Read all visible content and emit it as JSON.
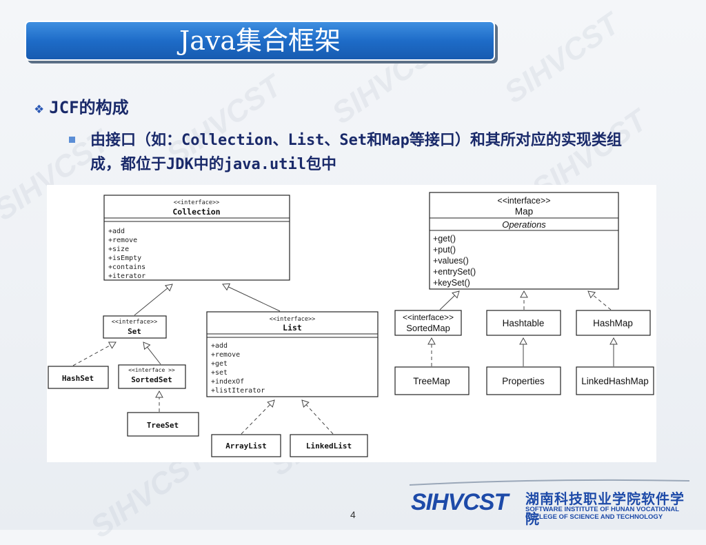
{
  "slide": {
    "title": "Java集合框架",
    "bullet_level1": "JCF的构成",
    "bullet_level2": "由接口（如：Collection、List、Set和Map等接口）和其所对应的实现类组成，都位于JDK中的java.util包中",
    "page_number": "4",
    "watermark_text": "SIHVCST"
  },
  "logo": {
    "mark": "SIHVCST",
    "chinese_name": "湖南科技职业学院软件学院",
    "english_line1": "SOFTWARE INSTITUTE OF HUNAN VOCATIONAL",
    "english_line2": "COLLEGE OF SCIENCE AND TECHNOLOGY"
  },
  "diagram": {
    "left": {
      "collection": {
        "stereotype": "<<interface>>",
        "name": "Collection",
        "methods": [
          "+add",
          "+remove",
          "+size",
          "+isEmpty",
          "+contains",
          "+iterator"
        ]
      },
      "set": {
        "stereotype": "<<interface>>",
        "name": "Set"
      },
      "list": {
        "stereotype": "<<interface>>",
        "name": "List",
        "methods": [
          "+add",
          "+remove",
          "+get",
          "+set",
          "+indexOf",
          "+listIterator"
        ]
      },
      "hashset": {
        "name": "HashSet"
      },
      "sortedset": {
        "stereotype": "<<interface >>",
        "name": "SortedSet"
      },
      "treeset": {
        "name": "TreeSet"
      },
      "arraylist": {
        "name": "ArrayList"
      },
      "linkedlist": {
        "name": "LinkedList"
      }
    },
    "right": {
      "map": {
        "stereotype": "<<interface>>",
        "name": "Map",
        "section": "Operations",
        "methods": [
          "+get()",
          "+put()",
          "+values()",
          "+entrySet()",
          "+keySet()"
        ]
      },
      "sortedmap": {
        "stereotype": "<<interface>>",
        "name": "SortedMap"
      },
      "hashtable": {
        "name": "Hashtable"
      },
      "hashmap": {
        "name": "HashMap"
      },
      "treemap": {
        "name": "TreeMap"
      },
      "properties": {
        "name": "Properties"
      },
      "linkedhashmap": {
        "name": "LinkedHashMap"
      }
    }
  }
}
